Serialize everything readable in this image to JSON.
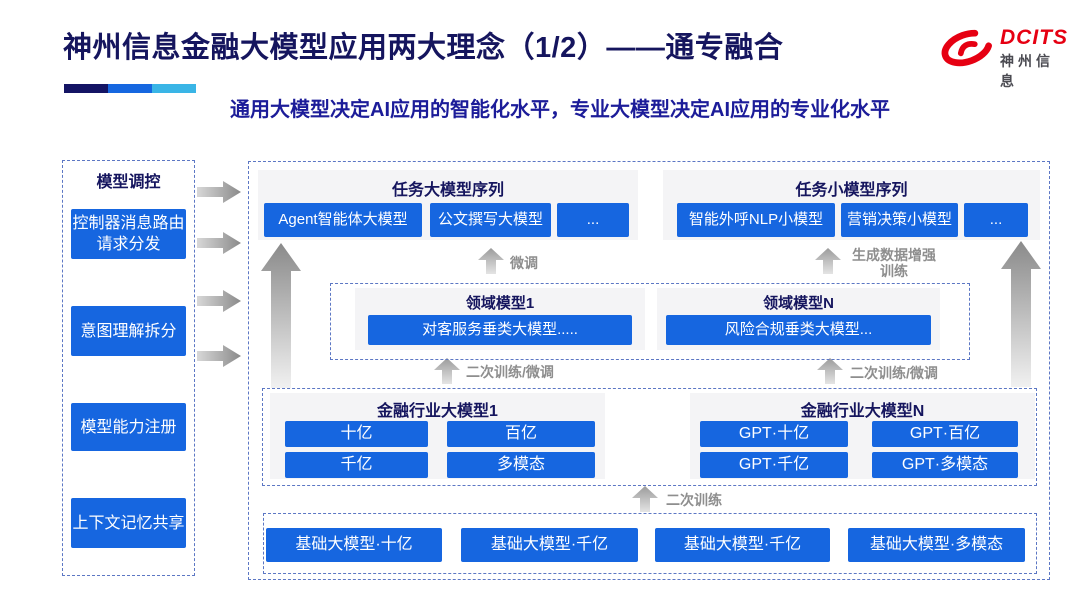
{
  "header": {
    "title": "神州信息金融大模型应用两大理念（1/2）——通专融合",
    "subtitle": "通用大模型决定AI应用的智能化水平，专业大模型决定AI应用的专业化水平",
    "logo": {
      "brand": "DCITS",
      "brand_cn": "神州信息"
    }
  },
  "colors": {
    "accent_blue": "#1666E0",
    "title_navy": "#15155E",
    "subtitle_blue": "#1C1C99",
    "logo_red": "#E60012",
    "label_gray": "#8E8E8E",
    "underline_segments": [
      "#141464",
      "#1667E0",
      "#3AB5E6"
    ]
  },
  "sidebar": {
    "title": "模型调控",
    "items": [
      {
        "label": "控制器消息路由请求分发"
      },
      {
        "label": "意图理解拆分"
      },
      {
        "label": "模型能力注册"
      },
      {
        "label": "上下文记忆共享"
      }
    ]
  },
  "groups": {
    "task_large": {
      "title": "任务大模型序列",
      "items": [
        "Agent智能体大模型",
        "公文撰写大模型",
        "..."
      ]
    },
    "task_small": {
      "title": "任务小模型序列",
      "items": [
        "智能外呼NLP小模型",
        "营销决策小模型",
        "..."
      ]
    },
    "domain_1": {
      "title": "领域模型1",
      "items": [
        "对客服务垂类大模型....."
      ]
    },
    "domain_n": {
      "title": "领域模型N",
      "items": [
        "风险合规垂类大模型..."
      ]
    },
    "industry_1": {
      "title": "金融行业大模型1",
      "items": [
        "十亿",
        "百亿",
        "千亿",
        "多模态"
      ]
    },
    "industry_n": {
      "title": "金融行业大模型N",
      "items": [
        "GPT·十亿",
        "GPT·百亿",
        "GPT·千亿",
        "GPT·多模态"
      ]
    },
    "base": {
      "items": [
        "基础大模型·十亿",
        "基础大模型·千亿",
        "基础大模型·千亿",
        "基础大模型·多模态"
      ]
    }
  },
  "labels": {
    "finetune": "微调",
    "gen_data": "生成数据增强训练",
    "secondary_left": "二次训练/微调",
    "secondary_right": "二次训练/微调",
    "secondary_bottom": "二次训练"
  }
}
